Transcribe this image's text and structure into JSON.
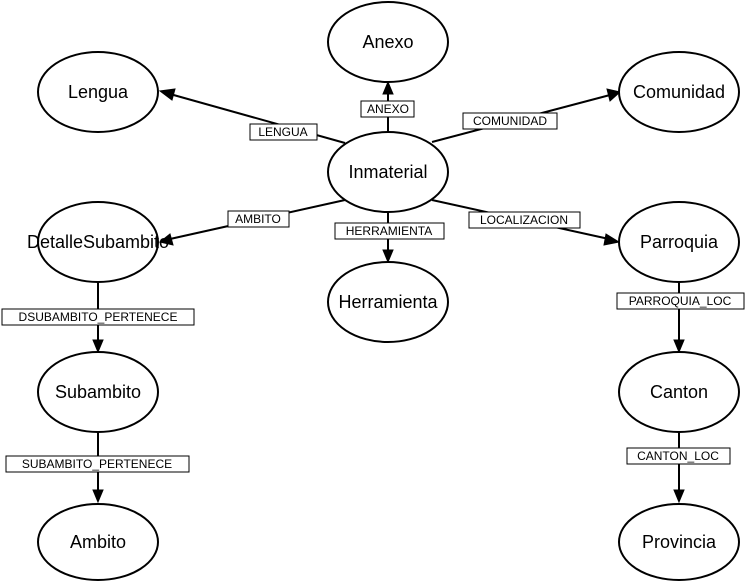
{
  "nodes": {
    "inmaterial": "Inmaterial",
    "anexo": "Anexo",
    "lengua": "Lengua",
    "comunidad": "Comunidad",
    "detalle_subambito": "DetalleSubambito",
    "herramienta": "Herramienta",
    "parroquia": "Parroquia",
    "subambito": "Subambito",
    "canton": "Canton",
    "ambito": "Ambito",
    "provincia": "Provincia"
  },
  "edges": {
    "anexo": "ANEXO",
    "lengua": "LENGUA",
    "comunidad": "COMUNIDAD",
    "ambito": "AMBITO",
    "herramienta": "HERRAMIENTA",
    "localizacion": "LOCALIZACION",
    "dsubambito_pertenece": "DSUBAMBITO_PERTENECE",
    "parroquia_loc": "PARROQUIA_LOC",
    "subambito_pertenece": "SUBAMBITO_PERTENECE",
    "canton_loc": "CANTON_LOC"
  }
}
